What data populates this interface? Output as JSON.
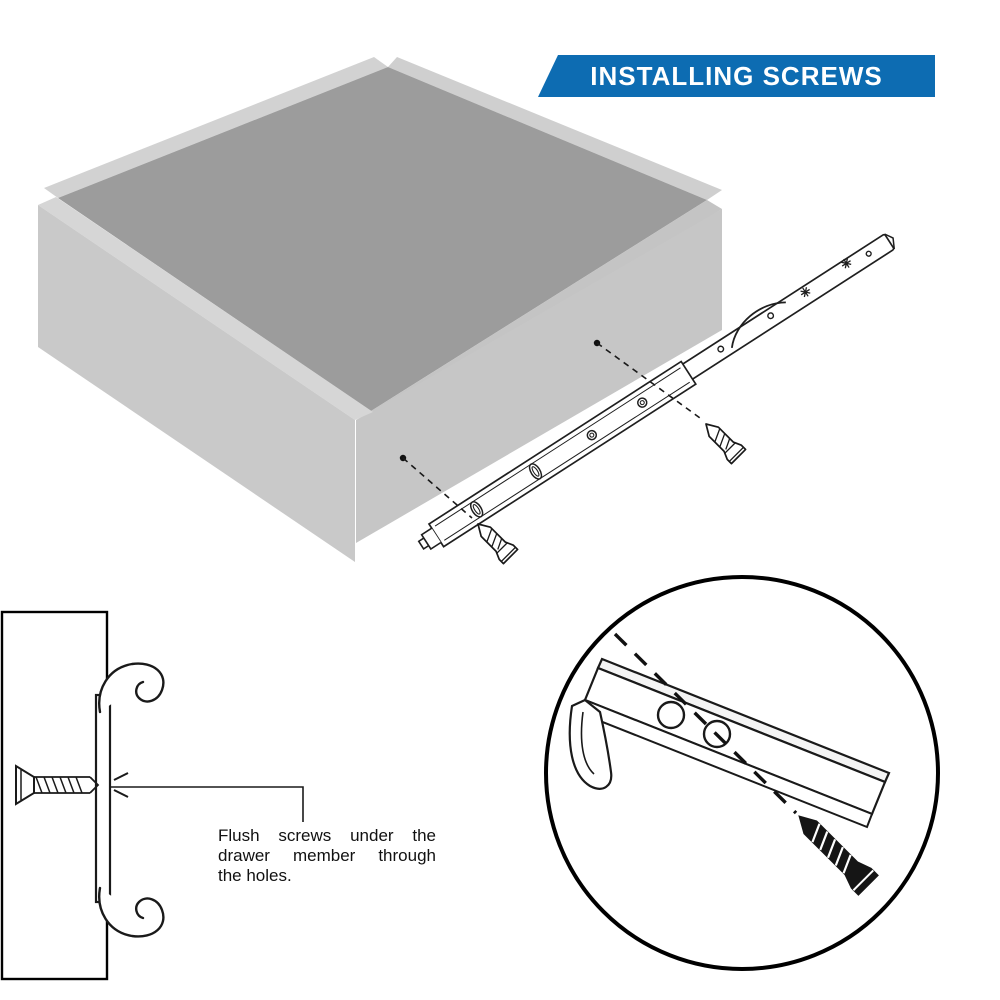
{
  "banner": {
    "title": "INSTALLING SCREWS"
  },
  "caption": {
    "lines": [
      "Flush screws under the",
      "drawer member through",
      "the holes."
    ],
    "text": "Flush screws under the drawer member through the holes."
  },
  "colors": {
    "background": "#ffffff",
    "banner_blue": "#0d6cb2",
    "banner_text": "#ffffff",
    "drawer_gray_light": "#d6d6d6",
    "drawer_gray_face": "#c9c9c9",
    "drawer_gray_side": "#c4c4c4",
    "drawer_gray_interior": "#9c9c9c",
    "line_black": "#1a1a1a"
  }
}
